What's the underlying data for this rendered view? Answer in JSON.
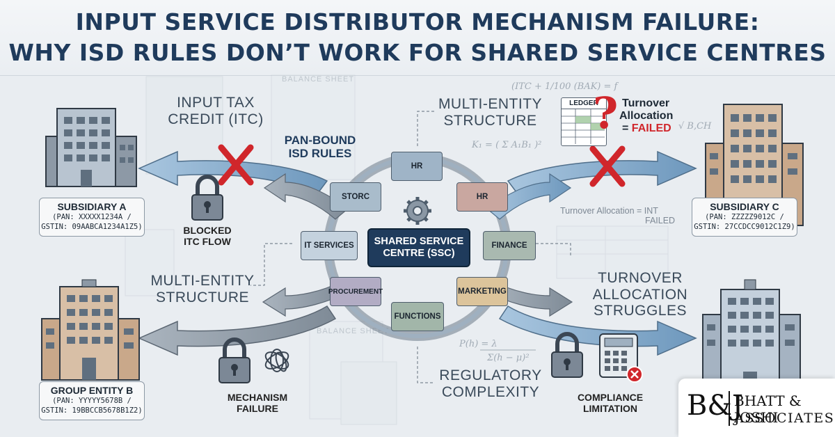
{
  "header": {
    "title_line1": "INPUT SERVICE DISTRIBUTOR MECHANISM FAILURE:",
    "title_line2": "WHY ISD RULES DON’T WORK FOR SHARED SERVICE CENTRES"
  },
  "hub": {
    "label_line1": "SHARED SERVICE",
    "label_line2": "CENTRE (SSC)",
    "functions": [
      "HR",
      "HR",
      "FINANCE",
      "MARKETING",
      "FUNCTIONS",
      "PROCUREMENT",
      "IT SERVICES",
      "STORC"
    ]
  },
  "entities": {
    "subsidiary_a": {
      "name": "SUBSIDIARY A",
      "pan": "(PAN: XXXXX1234A /",
      "gstin": "GSTIN: 09AABCA1234A1Z5)"
    },
    "group_entity_b": {
      "name": "GROUP ENTITY B",
      "pan": "(PAN: YYYYY5678B /",
      "gstin": "GSTIN: 19BBCCB5678B1Z2)"
    },
    "subsidiary_c": {
      "name": "SUBSIDIARY C",
      "pan": "(PAN: ZZZZZ9012C /",
      "gstin": "GSTIN: 27CCDCC9012C1Z9)"
    }
  },
  "annotations": {
    "itc_line1": "INPUT TAX",
    "itc_line2": "CREDIT (ITC)",
    "pan_bound_line1": "PAN-BOUND",
    "pan_bound_line2": "ISD RULES",
    "multi_top_line1": "MULTI-ENTITY",
    "multi_top_line2": "STRUCTURE",
    "multi_left_line1": "MULTI-ENTITY",
    "multi_left_line2": "STRUCTURE",
    "turnover_alloc_line1": "Turnover",
    "turnover_alloc_line2": "Allocation",
    "turnover_alloc_eq": "=",
    "turnover_alloc_failed": "FAILED",
    "turnover_struggles_line1": "TURNOVER",
    "turnover_struggles_line2": "ALLOCATION",
    "turnover_struggles_line3": "STRUGGLES",
    "regulatory_line1": "REGULATORY",
    "regulatory_line2": "COMPLEXITY",
    "blocked_line1": "BLOCKED",
    "blocked_line2": "ITC FLOW",
    "mechanism_line1": "MECHANISM",
    "mechanism_line2": "FAILURE",
    "compliance_line1": "COMPLIANCE",
    "compliance_line2": "LIMITATION",
    "ledger": "LEDGER",
    "question": "?",
    "faint_formula_1": "Turnover Allocation =",
    "faint_formula_1_num": "INT",
    "faint_formula_1_den": "FAILED"
  },
  "background_text": {
    "balance_sheet_top": "BALANCE SHEET",
    "balance_sheet_bottom": "BALANCE SHEET"
  },
  "logo": {
    "mark": "B&J",
    "line1": "BHATT & JOSHI",
    "line2": "ASSOCIATES"
  },
  "colors": {
    "title": "#1f3b5c",
    "hub": "#1f3b5c",
    "arrow_blue": "#7ea6c8",
    "arrow_grey": "#8e99a4",
    "fail_red": "#d0262b"
  }
}
